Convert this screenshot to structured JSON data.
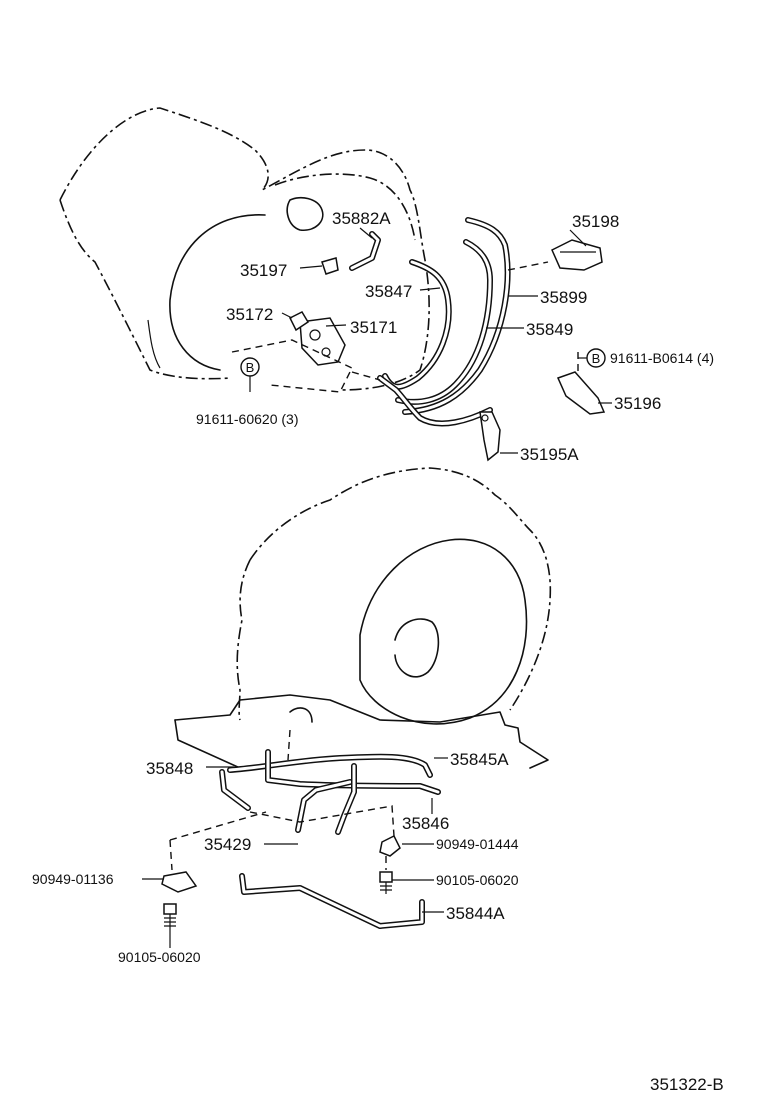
{
  "labels": {
    "p35882A": "35882A",
    "p35197": "35197",
    "p35847": "35847",
    "p35172": "35172",
    "p35171": "35171",
    "p35198": "35198",
    "p35899": "35899",
    "p35849": "35849",
    "p91611_b0614": "91611-B0614 (4)",
    "p35196": "35196",
    "p91611_60620": "91611-60620 (3)",
    "p35195A": "35195A",
    "p35848": "35848",
    "p35845A": "35845A",
    "p35846": "35846",
    "p35429": "35429",
    "p90949_01444": "90949-01444",
    "p90949_01136": "90949-01136",
    "p90105_06020_right": "90105-06020",
    "p35844A": "35844A",
    "p90105_06020_left": "90105-06020",
    "callout_b_left": "B",
    "callout_b_right": "B"
  },
  "figure_code": "351322-B"
}
